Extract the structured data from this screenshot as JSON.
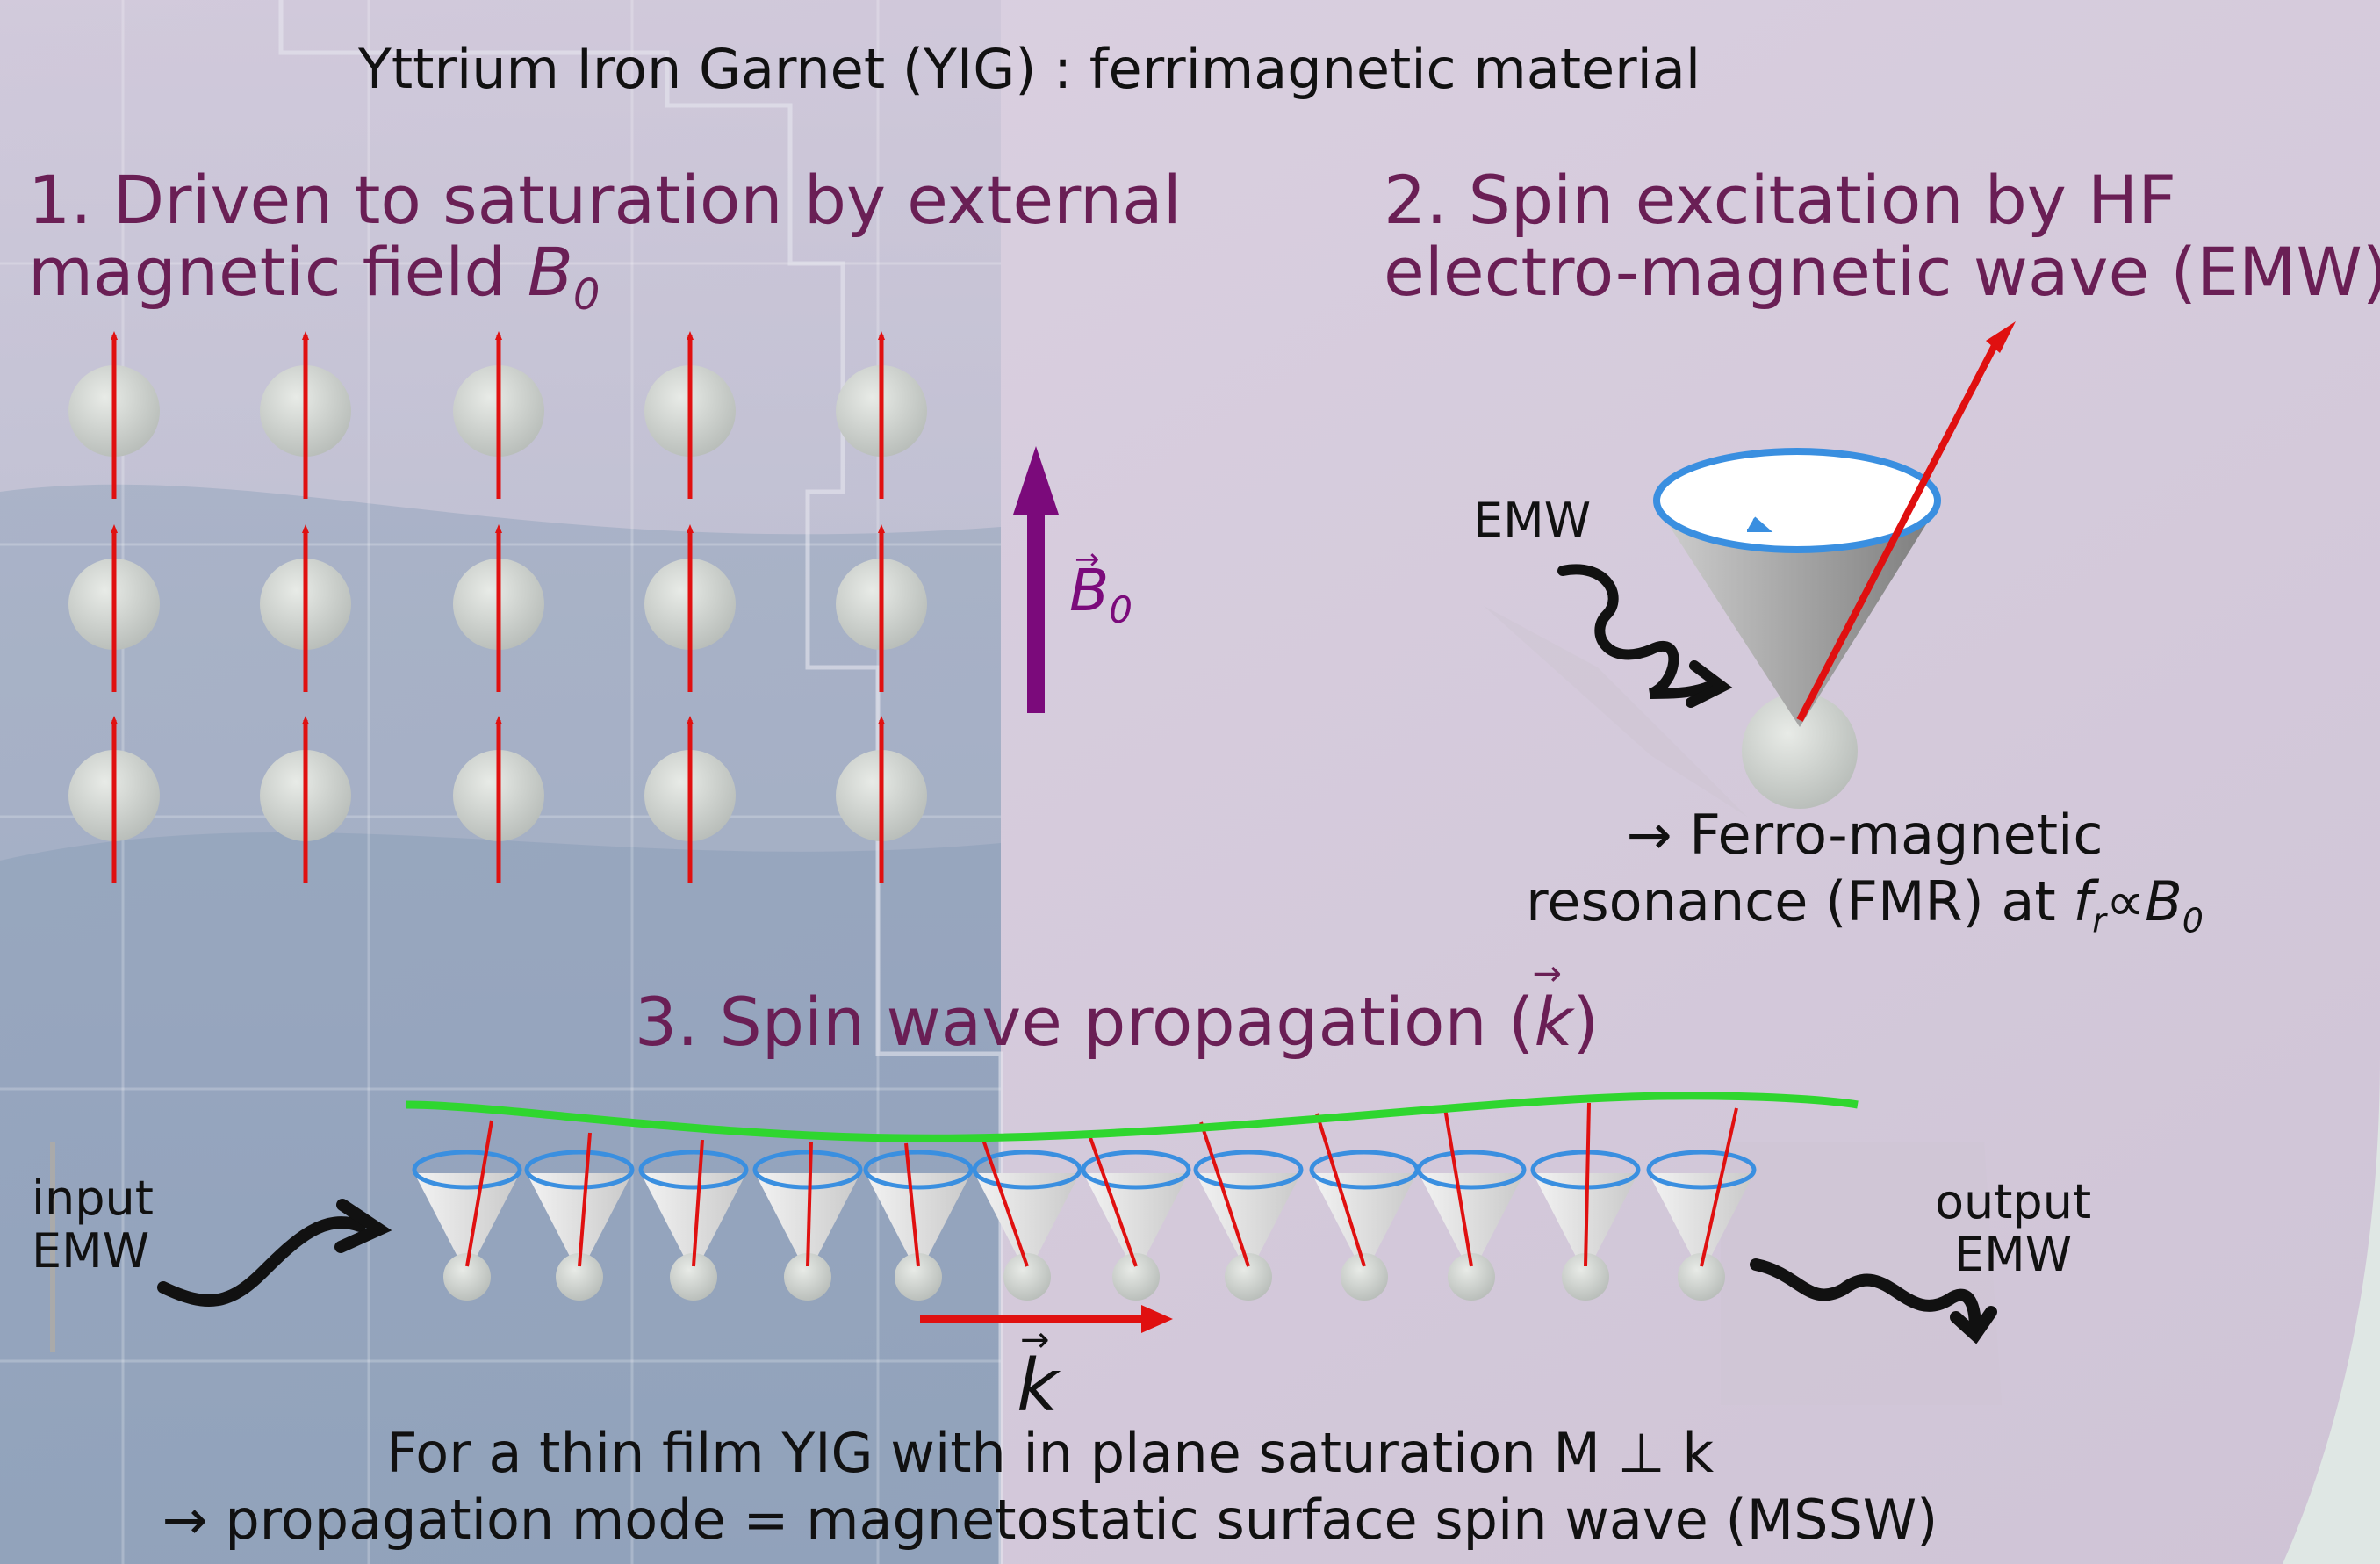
{
  "title": "Yttrium Iron Garnet (YIG) : ferrimagnetic material",
  "section1": {
    "heading_line1": "1. Driven to saturation by external",
    "heading_line2": "magnetic field ",
    "field_symbol": "B",
    "field_subscript": "0"
  },
  "b0_label": {
    "symbol": "B",
    "subscript": "0"
  },
  "section2": {
    "heading_line1": "2. Spin excitation by HF",
    "heading_line2": "electro-magnetic wave (EMW)",
    "emw_label": "EMW",
    "result_line1": "→ Ferro-magnetic",
    "result_line2": "resonance (FMR) at ",
    "f_symbol": "f",
    "f_subscript": "r",
    "propto": "∝",
    "b_symbol": "B",
    "b_subscript": "0"
  },
  "section3": {
    "heading_prefix": "3. Spin wave propagation (",
    "k_symbol": "k",
    "heading_suffix": ")",
    "input_line1": "input",
    "input_line2": "EMW",
    "output_line1": "output",
    "output_line2": "EMW",
    "k_label": "k"
  },
  "footer": {
    "line1": "For a thin film YIG with in plane saturation M ⊥ k",
    "line2": "→ propagation mode = magnetostatic surface spin wave (MSSW)"
  },
  "colors": {
    "heading": "#6a1f55",
    "b0_arrow": "#7b0a7b",
    "spin": "#e01010",
    "wave_line": "#2fd62f",
    "precession": "#3a8fe0"
  }
}
